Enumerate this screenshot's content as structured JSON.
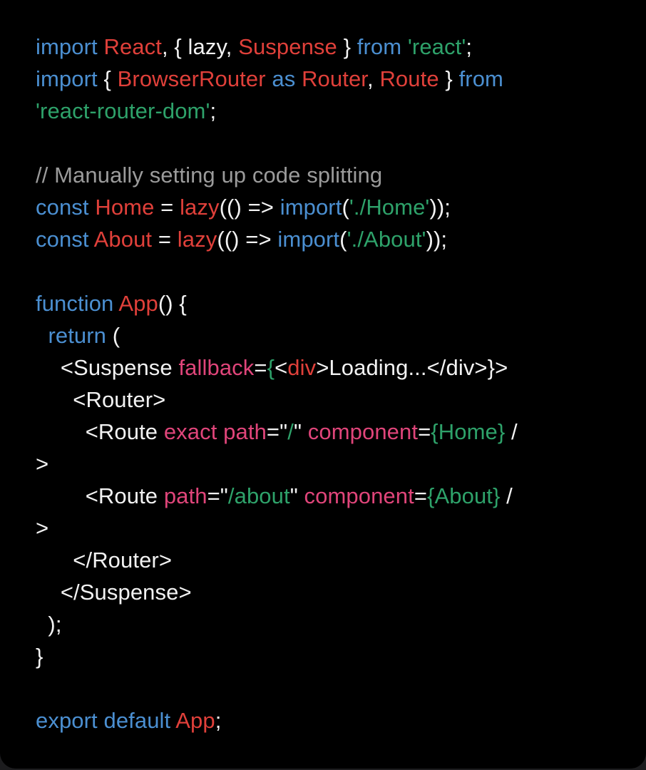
{
  "editor": {
    "colors": {
      "background": "#000000",
      "keyword": "#4b8fd1",
      "identifier": "#e0403a",
      "string": "#2ea26a",
      "comment": "#9b9b9b",
      "text": "#f2f2f2",
      "attribute": "#e0457a"
    },
    "lines": [
      [
        [
          "kw",
          "import"
        ],
        [
          "txt",
          " "
        ],
        [
          "id",
          "React"
        ],
        [
          "txt",
          ", { lazy, "
        ],
        [
          "id",
          "Suspense"
        ],
        [
          "txt",
          " } "
        ],
        [
          "kw",
          "from"
        ],
        [
          "txt",
          " "
        ],
        [
          "str",
          "'react'"
        ],
        [
          "txt",
          ";"
        ]
      ],
      [
        [
          "kw",
          "import"
        ],
        [
          "txt",
          " { "
        ],
        [
          "id",
          "BrowserRouter"
        ],
        [
          "txt",
          " "
        ],
        [
          "kw",
          "as"
        ],
        [
          "txt",
          " "
        ],
        [
          "id",
          "Router"
        ],
        [
          "txt",
          ", "
        ],
        [
          "id",
          "Route"
        ],
        [
          "txt",
          " } "
        ],
        [
          "kw",
          "from"
        ]
      ],
      [
        [
          "str",
          "'react-router-dom'"
        ],
        [
          "txt",
          ";"
        ]
      ],
      [],
      [
        [
          "cmt",
          "// Manually setting up code splitting"
        ]
      ],
      [
        [
          "kw",
          "const"
        ],
        [
          "txt",
          " "
        ],
        [
          "id",
          "Home"
        ],
        [
          "txt",
          " = "
        ],
        [
          "id",
          "lazy"
        ],
        [
          "txt",
          "(() => "
        ],
        [
          "kw",
          "import"
        ],
        [
          "txt",
          "("
        ],
        [
          "str",
          "'./Home'"
        ],
        [
          "txt",
          "));"
        ]
      ],
      [
        [
          "kw",
          "const"
        ],
        [
          "txt",
          " "
        ],
        [
          "id",
          "About"
        ],
        [
          "txt",
          " = "
        ],
        [
          "id",
          "lazy"
        ],
        [
          "txt",
          "(() => "
        ],
        [
          "kw",
          "import"
        ],
        [
          "txt",
          "("
        ],
        [
          "str",
          "'./About'"
        ],
        [
          "txt",
          "));"
        ]
      ],
      [],
      [
        [
          "kw",
          "function"
        ],
        [
          "txt",
          " "
        ],
        [
          "id",
          "App"
        ],
        [
          "txt",
          "() {"
        ]
      ],
      [
        [
          "txt",
          "  "
        ],
        [
          "kw",
          "return"
        ],
        [
          "txt",
          " ("
        ]
      ],
      [
        [
          "txt",
          "    <Suspense "
        ],
        [
          "attr",
          "fallback"
        ],
        [
          "txt",
          "="
        ],
        [
          "str",
          "{"
        ],
        [
          "txt",
          "<"
        ],
        [
          "id",
          "div"
        ],
        [
          "txt",
          ">Loading...</div>}>"
        ]
      ],
      [
        [
          "txt",
          "      <Router>"
        ]
      ],
      [
        [
          "txt",
          "        <Route "
        ],
        [
          "attr",
          "exact"
        ],
        [
          "txt",
          " "
        ],
        [
          "attr",
          "path"
        ],
        [
          "txt",
          "=\""
        ],
        [
          "str",
          "/"
        ],
        [
          "txt",
          "\" "
        ],
        [
          "attr",
          "component"
        ],
        [
          "txt",
          "="
        ],
        [
          "str",
          "{Home}"
        ],
        [
          "txt",
          " /"
        ]
      ],
      [
        [
          "txt",
          ">"
        ]
      ],
      [
        [
          "txt",
          "        <Route "
        ],
        [
          "attr",
          "path"
        ],
        [
          "txt",
          "=\""
        ],
        [
          "str",
          "/about"
        ],
        [
          "txt",
          "\" "
        ],
        [
          "attr",
          "component"
        ],
        [
          "txt",
          "="
        ],
        [
          "str",
          "{About}"
        ],
        [
          "txt",
          " /"
        ]
      ],
      [
        [
          "txt",
          ">"
        ]
      ],
      [
        [
          "txt",
          "      </Router>"
        ]
      ],
      [
        [
          "txt",
          "    </Suspense>"
        ]
      ],
      [
        [
          "txt",
          "  );"
        ]
      ],
      [
        [
          "txt",
          "}"
        ]
      ],
      [],
      [
        [
          "kw",
          "export"
        ],
        [
          "txt",
          " "
        ],
        [
          "kw",
          "default"
        ],
        [
          "txt",
          " "
        ],
        [
          "id",
          "App"
        ],
        [
          "txt",
          ";"
        ]
      ]
    ]
  }
}
